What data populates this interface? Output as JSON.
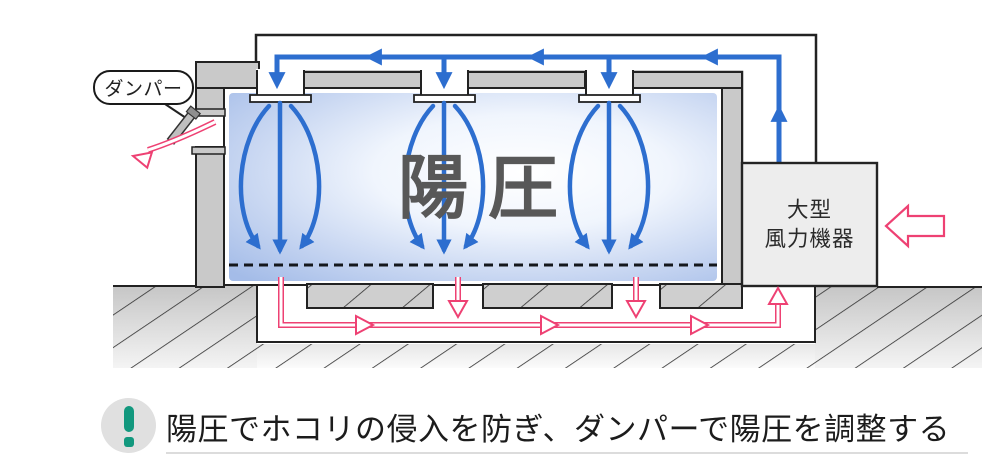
{
  "diagram": {
    "damper_label": "ダンパー",
    "pressure_label": "陽圧",
    "equipment_label_line1": "大型",
    "equipment_label_line2": "風力機器"
  },
  "caption": {
    "icon": "exclamation-icon",
    "text": "陽圧でホコリの侵入を防ぎ、ダンパーで陽圧を調整する"
  },
  "colors": {
    "supply_air_blue": "#2d6ecf",
    "return_air_pink": "#ee4173",
    "wall_gray": "#c9c9c9",
    "caption_accent_teal": "#12987e",
    "pressure_text_gray": "#585858"
  }
}
